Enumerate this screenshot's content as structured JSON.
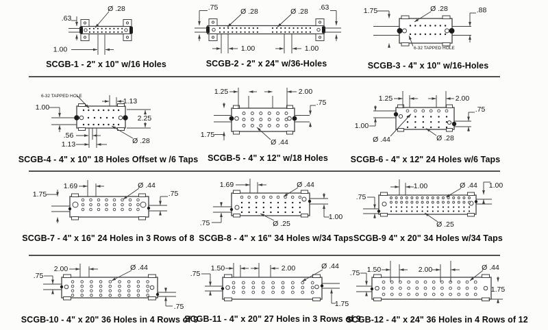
{
  "page": {
    "background": "#fcfcfa",
    "line_color": "#3d3d3d",
    "text_color": "#141414",
    "divider_color": "#4f4f4f",
    "caption_color": "#0d0d0d"
  },
  "diagrams": [
    {
      "id": "SCGB-1",
      "caption": "SCGB-1 - 2\" x 10\" w/16 Holes",
      "dims": {
        "height": ".63",
        "hole_dia": "Ø .28",
        "spacing": "1.00"
      }
    },
    {
      "id": "SCGB-2",
      "caption": "SCGB-2 - 2\" x 24\" w/36-Holes",
      "dims": {
        "end_offset_left": ".75",
        "hole_dia_1": "Ø .28",
        "hole_dia_2": "Ø .28",
        "end_offset_right": ".63",
        "spacing_1": "1.00",
        "spacing_2": "1.00"
      }
    },
    {
      "id": "SCGB-3",
      "caption": "SCGB-3 - 4\" x 10\" w/16-Holes",
      "dims": {
        "height": "1.75",
        "hole_dia": "Ø .28",
        "wire_gap": ".88",
        "tap_note": "6-32 TAPPED HOLE"
      }
    },
    {
      "id": "SCGB-4",
      "caption": "SCGB-4 - 4\" x 10\" 18 Holes Offset w /6 Taps",
      "dims": {
        "tap_note": "6-32 TAPPED HOLE",
        "spacing_top": "1.13",
        "height_left": "1.00",
        "height_right": "2.25",
        "spacing_bottom_1": ".56",
        "spacing_bottom_2": "1.13",
        "hole_dia": "Ø .28"
      }
    },
    {
      "id": "SCGB-5",
      "caption": "SCGB-5 - 4\" x 12\" w/18 Holes",
      "dims": {
        "spacing_1": "1.25",
        "spacing_2": "2.00",
        "offset_right": ".75",
        "height_left": "1.75",
        "hole_dia": "Ø .44"
      }
    },
    {
      "id": "SCGB-6",
      "caption": "SCGB-6 - 4\" x 12\" 24 Holes w/6 Taps",
      "dims": {
        "spacing_1": "1.25",
        "spacing_2": "2.00",
        "offset_right": ".75",
        "offset_left": "1.00",
        "hole_dia_1": "Ø .44",
        "hole_dia_2": "Ø .28"
      }
    },
    {
      "id": "SCGB-7",
      "caption": "SCGB-7 - 4\" x 16\" 24 Holes in 3 Rows of 8",
      "dims": {
        "spacing": "1.69",
        "hole_dia": "Ø .44",
        "height_left": "1.75",
        "offset_right": ".75"
      }
    },
    {
      "id": "SCGB-8",
      "caption": "SCGB-8 - 4\" x 16\" 34 Holes w/34 Taps",
      "dims": {
        "spacing": "1.69",
        "hole_dia_1": "Ø .44",
        "offset_left": ".75",
        "hole_dia_2": "Ø .25",
        "offset_right": "1.00"
      }
    },
    {
      "id": "SCGB-9",
      "caption": "SCGB-9 4\" x 20\" 34 Holes w/34 Taps",
      "dims": {
        "spacing_1": "1.00",
        "hole_dia_1": "Ø .44",
        "spacing_2": "1.00",
        "offset_left": ".75",
        "hole_dia_2": "Ø .25"
      }
    },
    {
      "id": "SCGB-10",
      "caption": "SCGB-10 - 4\" x 20\" 36 Holes in 4 Rows of 9",
      "dims": {
        "spacing": "2.00",
        "hole_dia": "Ø .44",
        "offset_left": ".75",
        "offset_right": ".75"
      }
    },
    {
      "id": "SCGB-11",
      "caption": "SCGB-11 - 4\" x 20\" 27 Holes in 3 Rows of 9",
      "dims": {
        "offset_left": ".75",
        "spacing_1": "1.50",
        "spacing_2": "2.00",
        "hole_dia": "Ø .44",
        "offset_right": "1.75"
      }
    },
    {
      "id": "SCGB-12",
      "caption": "SCGB-12 - 4\" x 24\" 36 Holes in 4 Rows of 12",
      "dims": {
        "offset_left": ".75",
        "spacing_1": "1.50",
        "spacing_2": "2.00",
        "hole_dia": "Ø .44",
        "offset_right": "1.75"
      }
    }
  ]
}
